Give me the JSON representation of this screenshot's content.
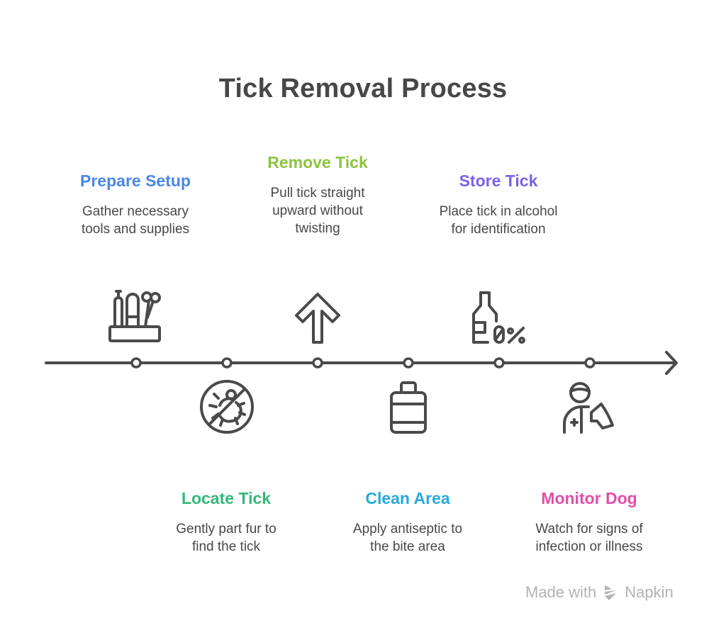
{
  "title": "Tick Removal Process",
  "steps": [
    {
      "label": "Prepare Setup",
      "desc_lines": [
        "Gather necessary",
        "tools and supplies"
      ],
      "color": "#4a86e8",
      "icon": "tools-in-holder-icon",
      "position": "above"
    },
    {
      "label": "Locate Tick",
      "desc_lines": [
        "Gently part fur to",
        "find the tick"
      ],
      "color": "#34b879",
      "icon": "no-tick-icon",
      "position": "below"
    },
    {
      "label": "Remove Tick",
      "desc_lines": [
        "Pull tick straight",
        "upward without",
        "twisting"
      ],
      "color": "#8cc33f",
      "icon": "arrow-up-icon",
      "position": "above"
    },
    {
      "label": "Clean Area",
      "desc_lines": [
        "Apply antiseptic to",
        "the bite area"
      ],
      "color": "#28a9dc",
      "icon": "antiseptic-bottle-icon",
      "position": "below"
    },
    {
      "label": "Store Tick",
      "desc_lines": [
        "Place tick in alcohol",
        "for identification"
      ],
      "color": "#7b61e8",
      "icon": "alcohol-bottle-icon",
      "position": "above"
    },
    {
      "label": "Monitor Dog",
      "desc_lines": [
        "Watch for signs of",
        "infection or illness"
      ],
      "color": "#e04fa8",
      "icon": "vet-with-dog-icon",
      "position": "below"
    }
  ],
  "footer": {
    "made_with": "Made with",
    "brand": "Napkin"
  }
}
